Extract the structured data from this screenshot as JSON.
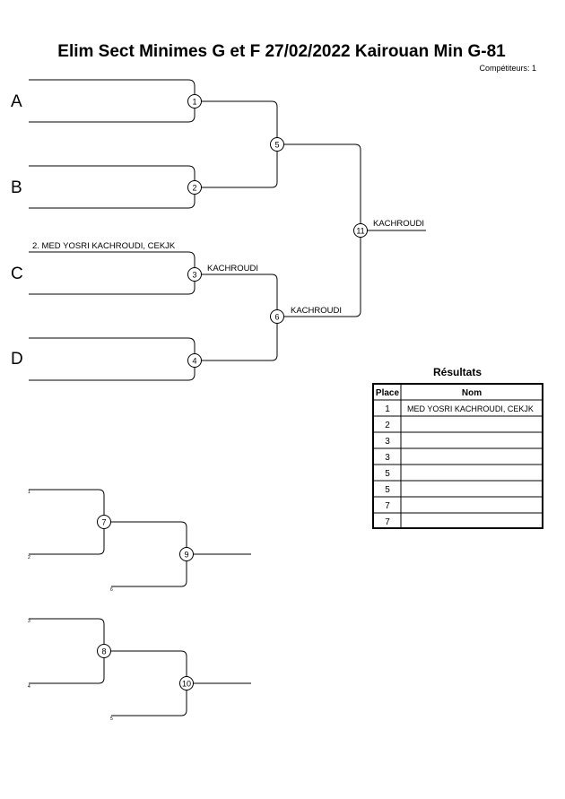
{
  "header": {
    "title": "Elim Sect Minimes G et F  27/02/2022  Kairouan   Min G-81",
    "competitors": "Compétiteurs: 1"
  },
  "pools": [
    "A",
    "B",
    "C",
    "D"
  ],
  "bracket": {
    "entries": [
      "",
      "",
      "2. MED YOSRI KACHROUDI, CEKJK",
      ""
    ],
    "matches": {
      "m1": "1",
      "m2": "2",
      "m3": "3",
      "m4": "4",
      "m5": "5",
      "m6": "6",
      "m11": "11"
    },
    "winners": {
      "m3": "KACHROUDI",
      "m6": "KACHROUDI",
      "m11": "KACHROUDI"
    }
  },
  "repechage": {
    "matches": {
      "m7": "7",
      "m8": "8",
      "m9": "9",
      "m10": "10"
    },
    "seeds": {
      "top1": "1",
      "top2": "2",
      "top3": "6",
      "bot1": "3",
      "bot2": "4",
      "bot3": "5"
    }
  },
  "results": {
    "title": "Résultats",
    "headers": {
      "place": "Place",
      "name": "Nom"
    },
    "rows": [
      {
        "place": "1",
        "name": "MED YOSRI KACHROUDI, CEKJK"
      },
      {
        "place": "2",
        "name": ""
      },
      {
        "place": "3",
        "name": ""
      },
      {
        "place": "3",
        "name": ""
      },
      {
        "place": "5",
        "name": ""
      },
      {
        "place": "5",
        "name": ""
      },
      {
        "place": "7",
        "name": ""
      },
      {
        "place": "7",
        "name": ""
      }
    ]
  }
}
